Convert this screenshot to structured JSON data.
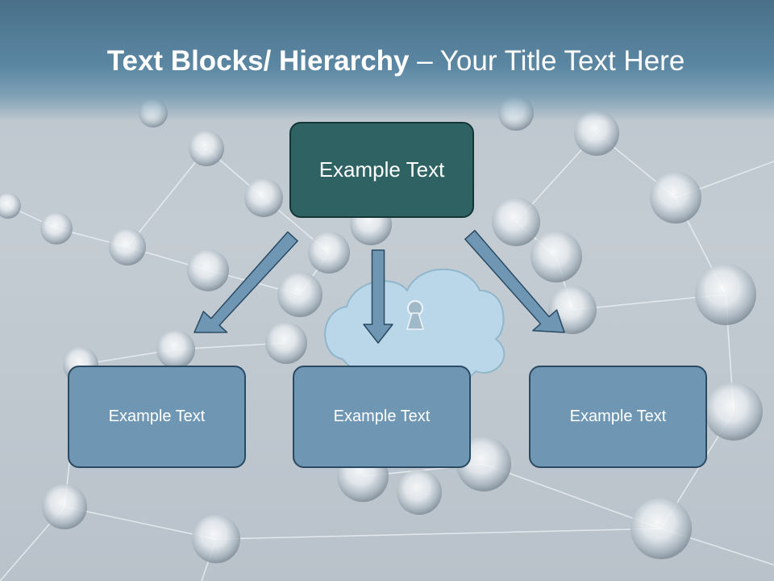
{
  "title": {
    "bold": "Text Blocks/ Hierarchy",
    "rest": " – Your Title Text Here"
  },
  "diagram": {
    "root": {
      "label": "Example Text"
    },
    "children": [
      {
        "label": "Example Text"
      },
      {
        "label": "Example Text"
      },
      {
        "label": "Example Text"
      }
    ]
  },
  "colors": {
    "header": "#5b87a3",
    "root_fill": "#2f6363",
    "child_fill": "#6f97b3",
    "arrow_fill": "#6f97b3"
  }
}
